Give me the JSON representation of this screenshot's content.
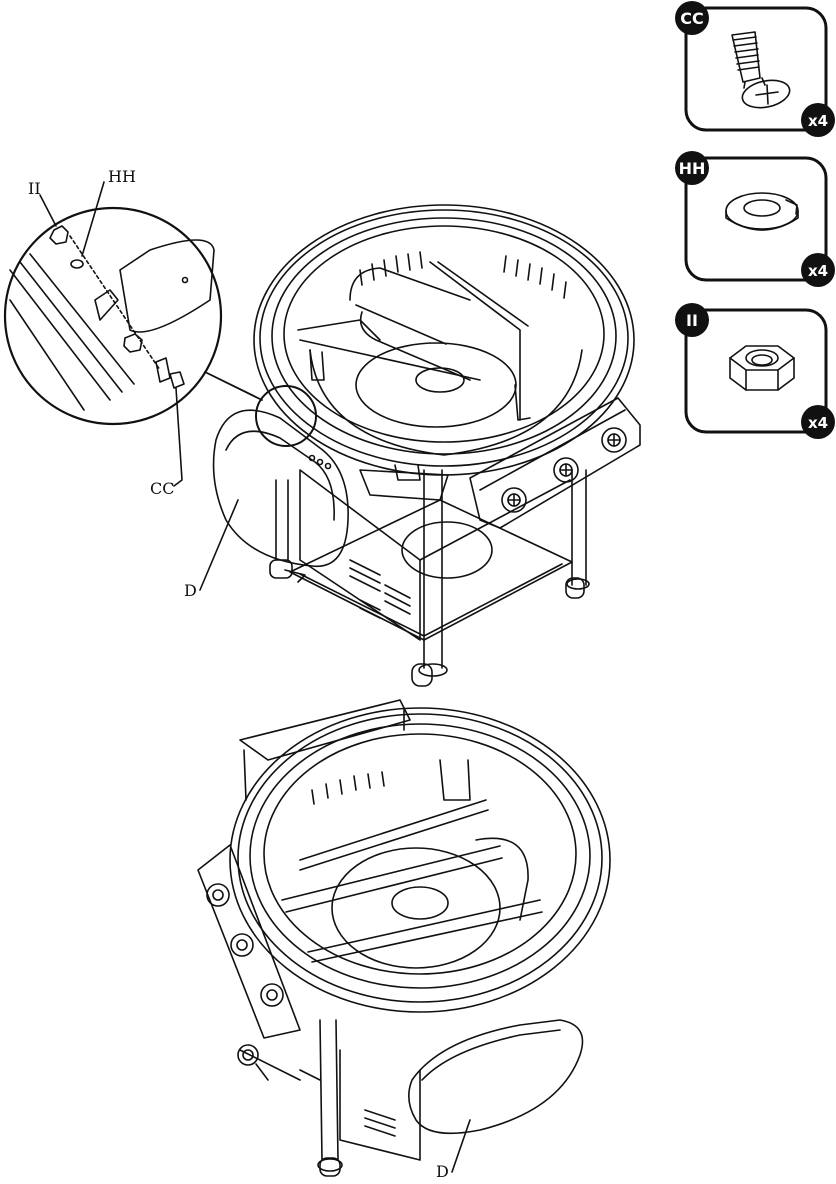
{
  "callouts": {
    "ii": "II",
    "hh": "HH",
    "cc": "CC",
    "d_top": "D",
    "d_bottom": "D"
  },
  "parts": [
    {
      "id": "CC",
      "qty": "x4",
      "icon": "shoulder-bolt-icon"
    },
    {
      "id": "HH",
      "qty": "x4",
      "icon": "lock-washer-icon"
    },
    {
      "id": "II",
      "qty": "x4",
      "icon": "hex-nut-icon"
    }
  ]
}
